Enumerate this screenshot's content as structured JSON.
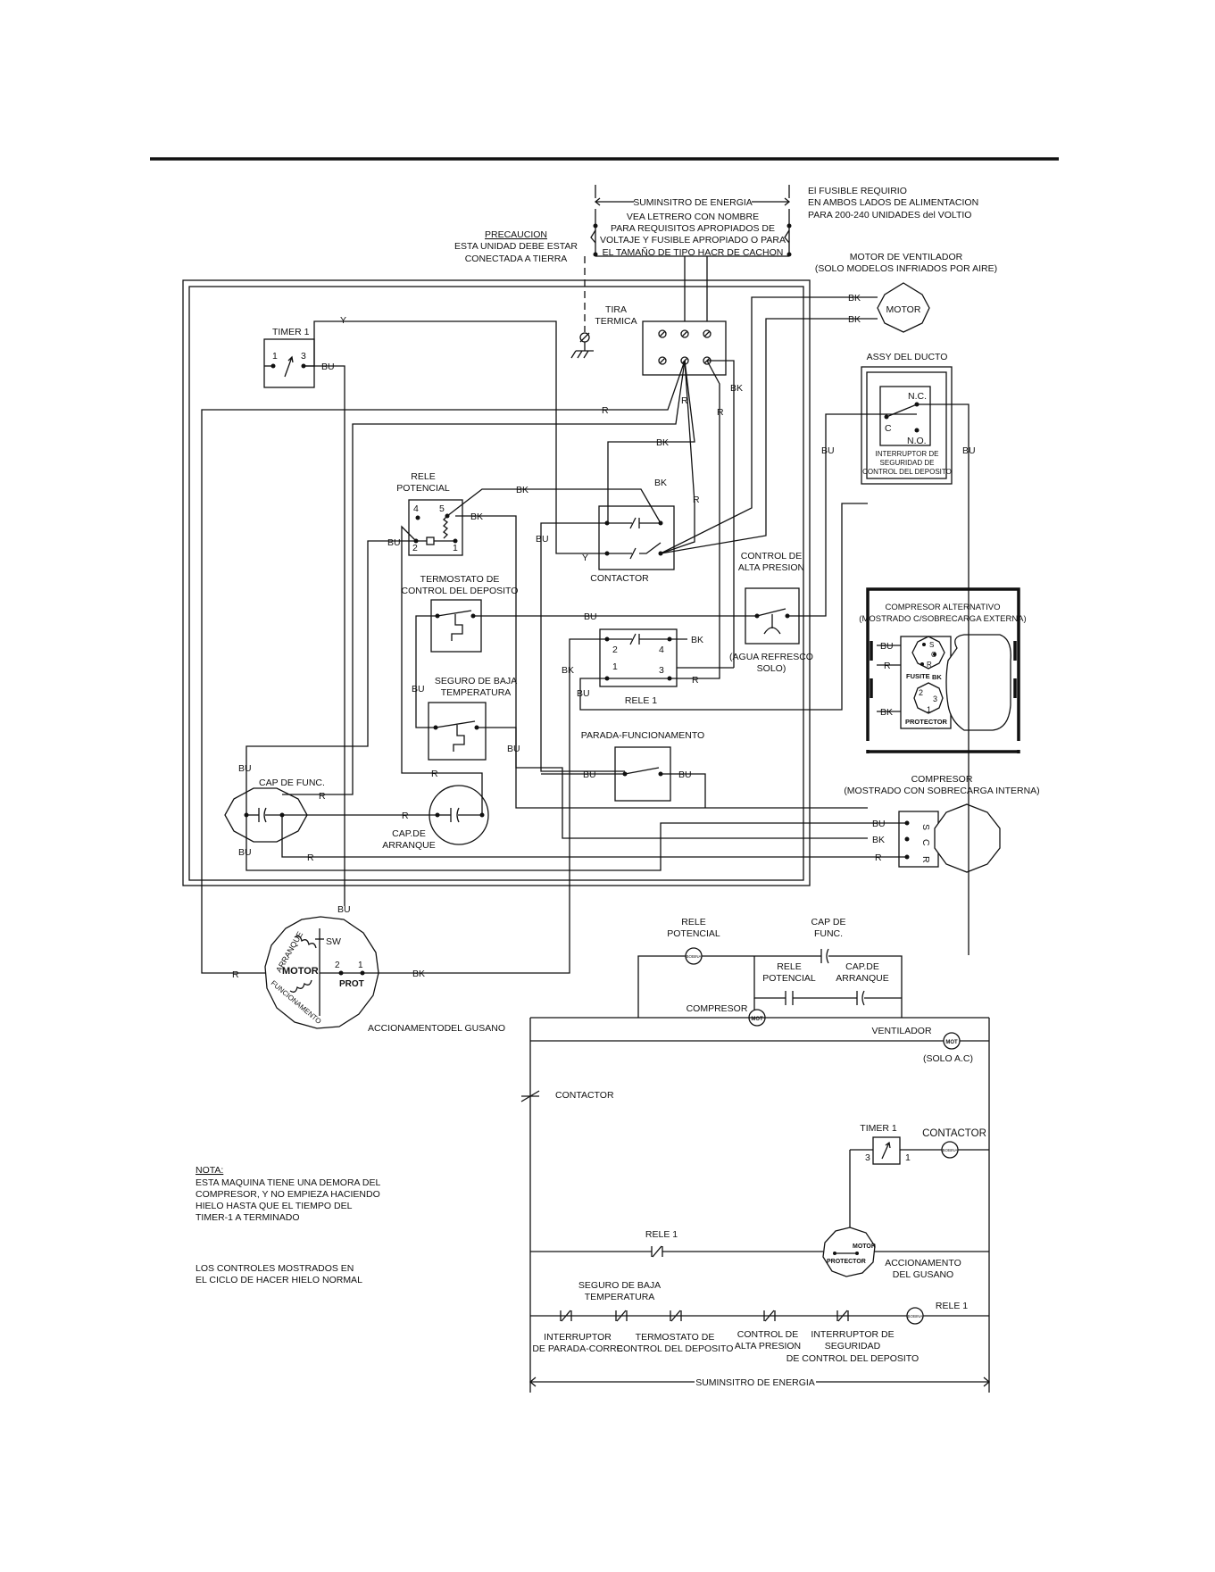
{
  "supply": {
    "header": "SUMINSITRO DE ENERGIA",
    "lines": [
      "VEA LETRERO CON NOMBRE",
      "PARA REQUISITOS APROPIADOS DE",
      "VOLTAJE Y FUSIBLE APROPIADO O PARA",
      "EL TAMAÑO DE TIPO HACR DE CACHON"
    ]
  },
  "fuse_note": [
    "El FUSIBLE REQUIRIO",
    "EN AMBOS LADOS DE ALIMENTACION",
    "PARA 200-240 UNIDADES del VOLTIO"
  ],
  "caution": {
    "title": "PRECAUCION",
    "lines": [
      "ESTA UNIDAD DEBE ESTAR",
      "CONECTADA A TIERRA"
    ]
  },
  "fan_motor": {
    "label": [
      "MOTOR DE VENTILADOR",
      "(SOLO MODELOS INFRIADOS POR AIRE)"
    ],
    "name": "MOTOR"
  },
  "terminal_strip": [
    "TIRA",
    "TERMICA"
  ],
  "timer1": {
    "label": "TIMER 1",
    "t1": "1",
    "t3": "3"
  },
  "duct_assy": {
    "label": "ASSY DEL DUCTO",
    "nc": "N.C.",
    "c": "C",
    "no": "N.O.",
    "desc": [
      "INTERRUPTOR DE",
      "SEGURIDAD DE",
      "CONTROL DEL DEPOSITO"
    ]
  },
  "potential_relay": {
    "label": [
      "RELE",
      "POTENCIAL"
    ],
    "p4": "4",
    "p5": "5",
    "p2": "2",
    "p1": "1"
  },
  "contactor": {
    "label": "CONTACTOR"
  },
  "high_pressure": {
    "label": [
      "CONTROL DE",
      "ALTA PRESION"
    ],
    "note": [
      "(AGUA REFRESCO",
      "SOLO)"
    ]
  },
  "bin_thermostat": {
    "label": [
      "TERMOSTATO DE",
      "CONTROL DEL DEPOSITO"
    ]
  },
  "relay1": {
    "label": "RELE 1",
    "p2": "2",
    "p4": "4",
    "p1": "1",
    "p3": "3"
  },
  "low_temp": {
    "label": [
      "SEGURO DE BAJA",
      "TEMPERATURA"
    ]
  },
  "stop_run": {
    "label": "PARADA-FUNCIONAMENTO"
  },
  "run_cap": {
    "label": "CAP DE FUNC."
  },
  "start_cap": {
    "label": [
      "CAP.DE",
      "ARRANQUE"
    ]
  },
  "compressor_ext": {
    "label": [
      "COMPRESOR ALTERNATIVO",
      "(MOSTRADO C/SOBRECARGA EXTERNA)"
    ],
    "s": "S",
    "c": "C",
    "r": "R",
    "fuse": "FUSITE",
    "bk": "BK",
    "p2": "2",
    "p3": "3",
    "p1": "1",
    "protector": "PROTECTOR"
  },
  "compressor_int": {
    "label": [
      "COMPRESOR",
      "(MOSTRADO CON SOBRECARGA INTERNA)"
    ],
    "s": "S",
    "c": "C",
    "r": "R"
  },
  "gear_motor": {
    "label": "ACCIONAMENTODEL GUSANO",
    "start_winding": "ARRANQUE",
    "run_winding": "FUNCIONAMENTO",
    "motor": "MOTOR",
    "sw": "SW",
    "p2": "2",
    "p1": "1",
    "prot": "PROT"
  },
  "wires": {
    "y": "Y",
    "bu": "BU",
    "bk": "BK",
    "r": "R"
  },
  "ladder": {
    "relay_potential_top": [
      "RELE",
      "POTENCIAL"
    ],
    "run_cap": [
      "CAP DE",
      "FUNC."
    ],
    "relay_potential": [
      "RELE",
      "POTENCIAL"
    ],
    "start_cap": [
      "CAP.DE",
      "ARRANQUE"
    ],
    "compressor": "COMPRESOR",
    "fan": "VENTILADOR",
    "fan_note": "(SOLO A.C)",
    "contactor_contact": "CONTACTOR",
    "timer": "TIMER 1",
    "timer_t3": "3",
    "timer_t1": "1",
    "contactor_coil": "CONTACTOR",
    "relay1_contact": "RELE 1",
    "gear_motor": [
      "ACCIONAMENTO",
      "DEL GUSANO"
    ],
    "motor": "MOTOR",
    "protector": "PROTECTOR",
    "low_temp": [
      "SEGURO DE BAJA",
      "TEMPERATURA"
    ],
    "relay1_coil": "RELE 1",
    "switch1": [
      "INTERRUPTOR",
      "DE PARADA-CORRE"
    ],
    "switch2": [
      "TERMOSTATO DE",
      "CONTROL DEL DEPOSITO"
    ],
    "switch3": [
      "CONTROL DE",
      "ALTA PRESION"
    ],
    "switch4": [
      "INTERRUPTOR DE",
      "SEGURIDAD",
      "DE CONTROL DEL DEPOSITO"
    ],
    "supply": "SUMINSITRO DE ENERGIA",
    "coil": "BOBINA",
    "mot": "MOT",
    "coil2": "BOBINA"
  },
  "note": {
    "title": "NOTA:",
    "lines": [
      "ESTA MAQUINA TIENE UNA DEMORA DEL",
      "COMPRESOR, Y NO EMPIEZA HACIENDO",
      "HIELO HASTA QUE EL TIEMPO DEL",
      "TIMER-1 A TERMINADO"
    ],
    "controls": [
      "LOS CONTROLES MOSTRADOS EN",
      "EL CICLO DE HACER HIELO NORMAL"
    ]
  }
}
